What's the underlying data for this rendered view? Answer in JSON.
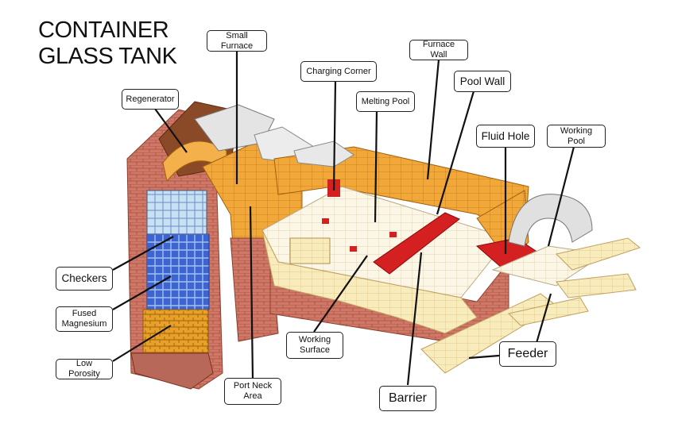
{
  "title": {
    "line1": "CONTAINER",
    "line2": "GLASS TANK"
  },
  "labels": {
    "small_furnace": "Small Furnace",
    "regenerator": "Regenerator",
    "charging_corner": "Charging Corner",
    "furnace_wall": "Furnace Wall",
    "melting_pool": "Melting Pool",
    "pool_wall": "Pool Wall",
    "fluid_hole": "Fluid Hole",
    "working_pool": "Working Pool",
    "checkers": "Checkers",
    "fused_magnesium": "Fused\nMagnesium",
    "low_porosity": "Low Porosity",
    "working_surface": "Working\nSurface",
    "port_neck_area": "Port Neck\nArea",
    "barrier": "Barrier",
    "feeder": "Feeder"
  },
  "colors": {
    "refractory_orange": "#f0a030",
    "refractory_light": "#f8e8b0",
    "brick_red": "#c86858",
    "checker_blue": "#3858c8",
    "checker_light_blue": "#b8d8f0",
    "fire_red": "#d82020",
    "glass_surface": "#fbf6e6"
  }
}
